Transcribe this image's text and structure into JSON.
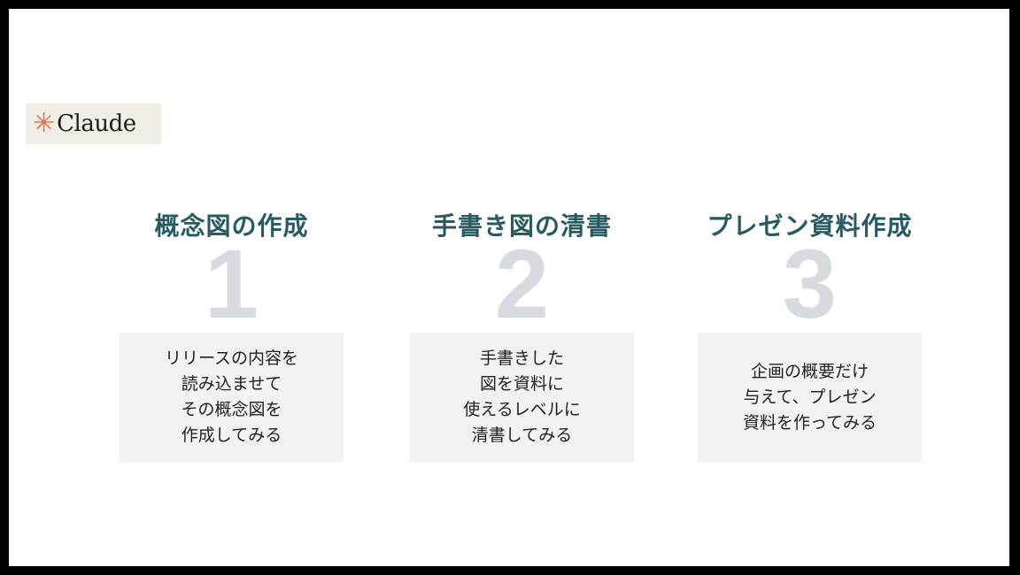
{
  "logo": {
    "text": "Claude",
    "colors": {
      "star": "#d9704c",
      "background": "#efede6"
    }
  },
  "steps": [
    {
      "number": "1",
      "title": "概念図の作成",
      "description": "リリースの内容を\n読み込ませて\nその概念図を\n作成してみる"
    },
    {
      "number": "2",
      "title": "手書き図の清書",
      "description": "手書きした\n図を資料に\n使えるレベルに\n清書してみる"
    },
    {
      "number": "3",
      "title": "プレゼン資料作成",
      "description": "企画の概要だけ\n与えて、プレゼン\n資料を作ってみる"
    }
  ],
  "colors": {
    "title": "#275a61",
    "number": "#d7dbe0",
    "box": "#f2f2f2"
  }
}
